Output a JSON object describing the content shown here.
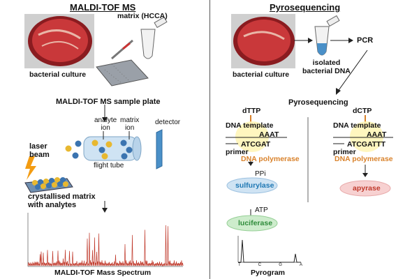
{
  "left": {
    "title": "MALDI-TOF MS",
    "bacterial_culture": "bacterial culture",
    "matrix": "matrix (HCCA)",
    "sample_plate": "MALDI-TOF MS sample plate",
    "analyte_ion": "analyte\nion",
    "matrix_ion": "matrix\nion",
    "detector": "detector",
    "laser_beam": "laser\nbeam",
    "flight_tube": "flight tube",
    "crystallised": "crystallised matrix\nwith analytes",
    "spectrum": "MALDI-TOF Mass Spectrum"
  },
  "right": {
    "title": "Pyrosequencing",
    "bacterial_culture": "bacterial culture",
    "isolated_dna": "isolated\nbacterial DNA",
    "pcr": "PCR",
    "pyro_label": "Pyrosequencing",
    "dttp": "dTTP",
    "dctp": "dCTP",
    "dna_template_1": "DNA template",
    "dna_template_2": "DNA template",
    "aaat_1": "AAAT",
    "aaat_2": "AAAT",
    "atcgat": "ATCGAT",
    "atcgattt": "ATCGATTT",
    "primer_1": "primer",
    "primer_2": "primer",
    "polymerase_1": "DNA polymerase",
    "polymerase_2": "DNA polymerase",
    "ppi": "PPi",
    "sulfurylase": "sulfurylase",
    "apyrase": "apyrase",
    "atp": "ATP",
    "luciferase": "luciferase",
    "pyrogram": "Pyrogram",
    "pyro_bases": [
      "T",
      "C",
      "G",
      "A"
    ]
  },
  "colors": {
    "plate_red": "#b3242a",
    "tube_blue": "#4a90c8",
    "ion_yellow": "#e8b830",
    "ion_blue": "#3b74b0",
    "polymerase_orange": "#d9822b",
    "sulfurylase_blue": "#cfe3f3",
    "sulfurylase_text": "#1f78b4",
    "apyrase_pink": "#f7d1d1",
    "apyrase_text": "#c0392b",
    "luciferase_green": "#cdeccc",
    "luciferase_text": "#2e8b3a",
    "spectrum_red": "#c0392b"
  }
}
